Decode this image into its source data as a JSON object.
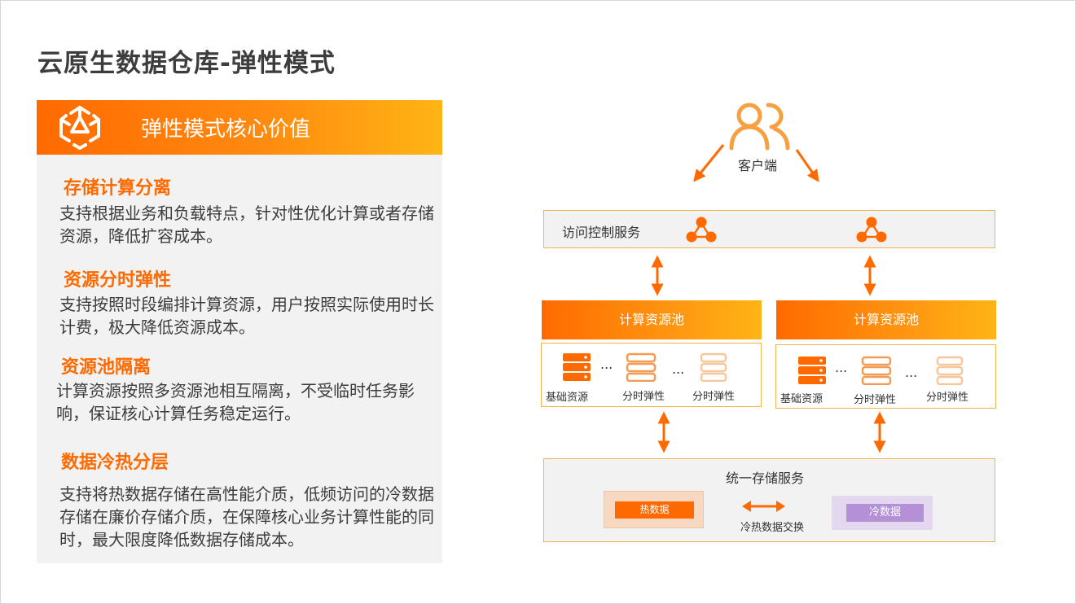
{
  "page": {
    "title": "云原生数据仓库-弹性模式"
  },
  "left_panel": {
    "header_title": "弹性模式核心价值",
    "sections": [
      {
        "heading": "存储计算分离",
        "body": "支持根据业务和负载特点，针对性优化计算或者存储资源，降低扩容成本。"
      },
      {
        "heading": "资源分时弹性",
        "body": "支持按照时段编排计算资源，用户按照实际使用时长计费，极大降低资源成本。"
      },
      {
        "heading": "资源池隔离",
        "body": "计算资源按照多资源池相互隔离，不受临时任务影响，保证核心计算任务稳定运行。"
      },
      {
        "heading": "数据冷热分层",
        "body": "支持将热数据存储在高性能介质，低频访问的冷数据存储在廉价存储介质，在保障核心业务计算性能的同时，最大限度降低数据存储成本。"
      }
    ]
  },
  "diagram": {
    "client_label": "客户端",
    "access_service": "访问控制服务",
    "pools": [
      {
        "title": "计算资源池",
        "base_label": "基础资源",
        "elastic_labels": [
          "分时弹性",
          "分时弹性"
        ],
        "ellipsis": "..."
      },
      {
        "title": "计算资源池",
        "base_label": "基础资源",
        "elastic_labels": [
          "分时弹性",
          "分时弹性"
        ],
        "ellipsis": "..."
      }
    ],
    "storage": {
      "title": "统一存储服务",
      "hot_label": "热数据",
      "cold_label": "冷数据",
      "exchange_label": "冷热数据交换"
    }
  },
  "colors": {
    "accent_orange": "#ff6a00",
    "accent_yellow": "#ffb414",
    "panel_gray": "#f2f2f2",
    "box_border": "#f2b34a",
    "cold_purple": "#b490d6",
    "elastic_light": "#f5c79b"
  },
  "icons": [
    "logo-icon",
    "client-users-icon",
    "node-cluster-icon",
    "server-solid-icon",
    "server-outline-icon",
    "double-arrow-icon"
  ]
}
